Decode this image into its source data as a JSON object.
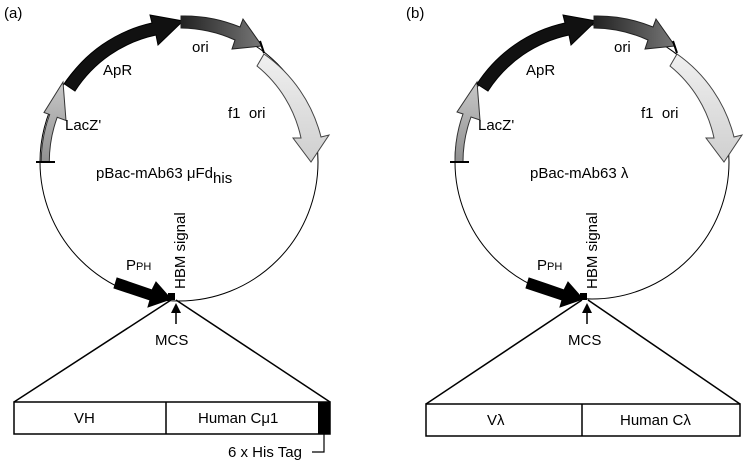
{
  "panels": [
    {
      "panel_label": "(a)",
      "plasmid_name": "pBac-mAb63 μFd",
      "plasmid_subscript": "his",
      "features": {
        "apr": "ApR",
        "ori": "ori",
        "f1_ori": "f1  ori",
        "lacz": "LacZ'",
        "promoter_main": "P",
        "promoter_sub": "PH",
        "signal": "HBM signal",
        "mcs": "MCS"
      },
      "insert_segments": [
        "VH",
        "Human Cμ1"
      ],
      "tag_label": "6 x His Tag"
    },
    {
      "panel_label": "(b)",
      "plasmid_name": "pBac-mAb63 λ",
      "plasmid_subscript": "",
      "features": {
        "apr": "ApR",
        "ori": "ori",
        "f1_ori": "f1  ori",
        "lacz": "LacZ'",
        "promoter_main": "P",
        "promoter_sub": "PH",
        "signal": "HBM signal",
        "mcs": "MCS"
      },
      "insert_segments": [
        "Vλ",
        "Human Cλ"
      ],
      "tag_label": ""
    }
  ],
  "colors": {
    "apr_arrow": "#111111",
    "ori_arrow": "#555555",
    "f1_arrow": "#d6d6d6",
    "lacz_arrow": "#a6a6a6",
    "line": "#000000"
  }
}
